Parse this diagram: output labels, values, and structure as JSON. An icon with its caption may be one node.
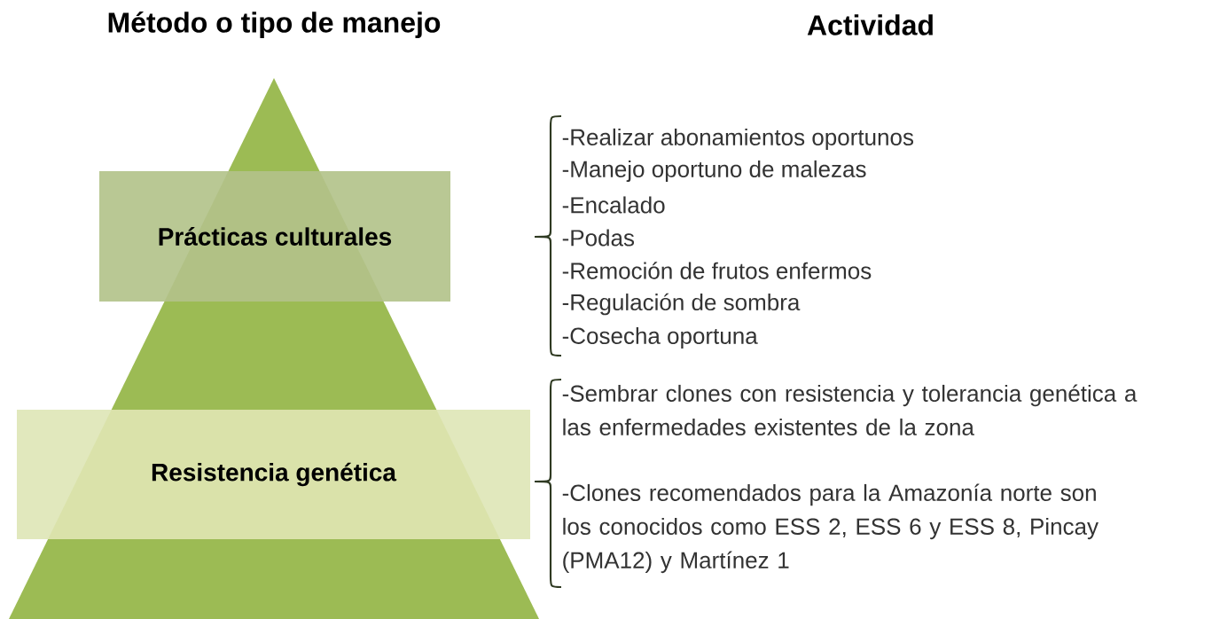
{
  "diagram": {
    "nodes": [
      {
        "text": [
          "Prácticas culturales"
        ]
      },
      {
        "text": [
          "Resistencia genética"
        ]
      }
    ],
    "labels": [
      "Método o tipo de manejo",
      "Actividad",
      "-Realizar abonamientos oportunos",
      "-Manejo oportuno de malezas",
      "-Encalado",
      "-Podas",
      "-Remoción de frutos enfermos",
      "-Regulación de sombra",
      "-Cosecha oportuna",
      "-Sembrar clones con resistencia y tolerancia genética a las enfermedades existentes de la zona",
      "-Clones recomendados para la Amazonía norte son los conocidos como ESS 2, ESS 6 y ESS 8, Pincay (PMA12) y Martínez 1"
    ]
  }
}
